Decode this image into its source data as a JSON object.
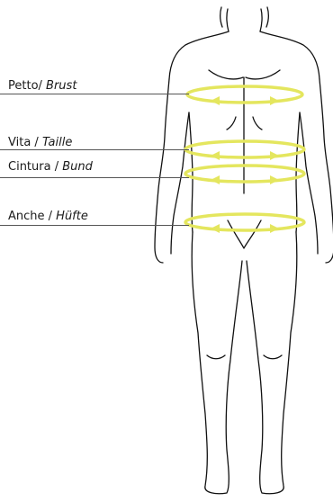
{
  "labels": [
    {
      "it": "Petto/ ",
      "de": "Brust"
    },
    {
      "it": "Vita / ",
      "de": "Taille"
    },
    {
      "it": "Cintura / ",
      "de": "Bund"
    },
    {
      "it": "Anche / ",
      "de": "Hüfte"
    }
  ],
  "colors": {
    "band": "#e4e65e",
    "outline": "#111111",
    "leader": "#555555"
  }
}
